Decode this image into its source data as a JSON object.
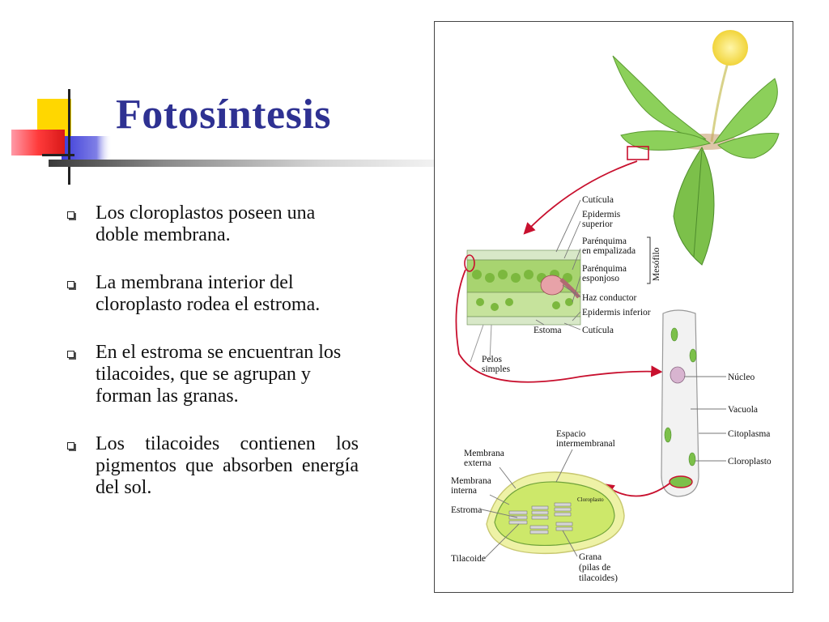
{
  "slide": {
    "title": "Fotosíntesis",
    "bullets": [
      {
        "text": "Los cloroplastos poseen una doble membrana."
      },
      {
        "text": "La membrana interior del cloroplasto rodea el estroma."
      },
      {
        "text": "En el estroma se encuentran los tilacoides, que se agrupan y forman las granas."
      },
      {
        "text": "Los tilacoides contienen los pigmentos que absorben energía del sol."
      }
    ]
  },
  "figure": {
    "leaf_labels": {
      "cuticula_top": "Cutícula",
      "epidermis_sup_1": "Epidermis",
      "epidermis_sup_2": "superior",
      "empalizada_1": "Parénquima",
      "empalizada_2": "en empalizada",
      "esponjoso_1": "Parénquima",
      "esponjoso_2": "esponjoso",
      "mesofilo": "Mesófilo",
      "haz": "Haz conductor",
      "epidermis_inf": "Epidermis inferior",
      "estoma": "Estoma",
      "cuticula_bottom": "Cutícula",
      "pelos_1": "Pelos",
      "pelos_2": "simples"
    },
    "cell_labels": {
      "nucleo": "Núcleo",
      "vacuola": "Vacuola",
      "citoplasma": "Citoplasma",
      "cloroplasto": "Cloroplasto"
    },
    "chloroplast_labels": {
      "espacio_1": "Espacio",
      "espacio_2": "intermembranal",
      "membrana_ext_1": "Membrana",
      "membrana_ext_2": "externa",
      "membrana_int_1": "Membrana",
      "membrana_int_2": "interna",
      "estroma": "Estroma",
      "tilacoide": "Tilacoide",
      "grana_1": "Grana",
      "grana_2": "(pilas de",
      "grana_3": "tilacoides)",
      "inner_label": "Cloroplasto"
    },
    "colors": {
      "title": "#2e3192",
      "arrow": "#c8102e",
      "leaf_green": "#7cc04a",
      "flower_yellow": "#f4e04d"
    }
  }
}
